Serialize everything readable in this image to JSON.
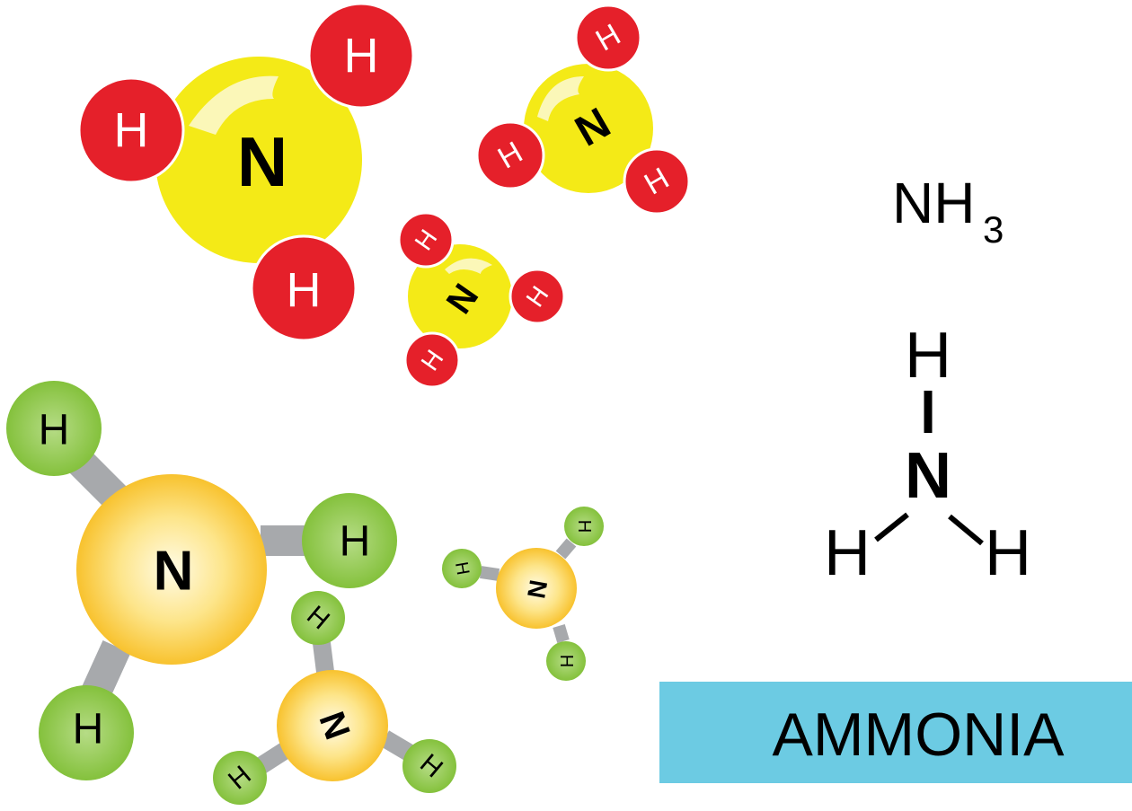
{
  "colors": {
    "hydrogen_red": "#e5202a",
    "nitrogen_yellow": "#f4ea17",
    "hydrogen_green": "#8cc63f",
    "nitrogen_orange": "#fbc93a",
    "bond_gray": "#a7a9ac",
    "banner_blue": "#6ccbe3"
  },
  "atoms": {
    "hydrogen": "H",
    "nitrogen": "N"
  },
  "formula": {
    "main": "NH",
    "subscript": "3"
  },
  "structural": {
    "top": "H",
    "center": "N",
    "left": "H",
    "right": "H"
  },
  "banner": {
    "title": "AMMONIA"
  }
}
